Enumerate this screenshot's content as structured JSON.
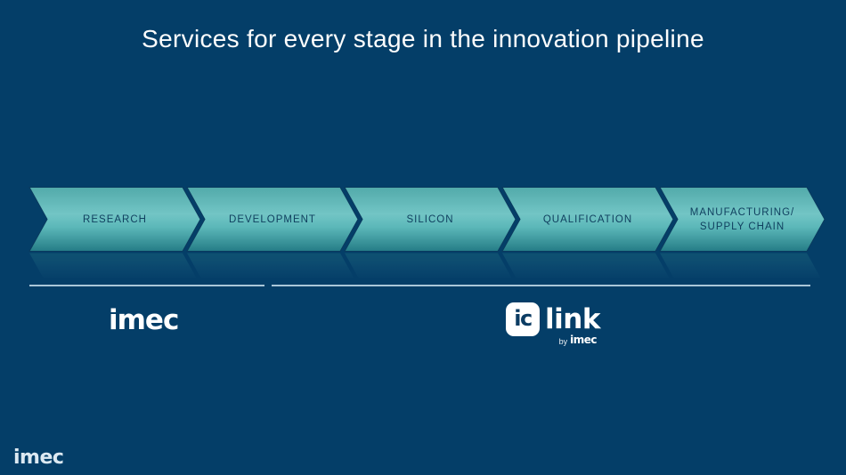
{
  "slide": {
    "title": "Services for every stage in the innovation pipeline"
  },
  "pipeline": {
    "type": "chevron-process",
    "stages": [
      {
        "label": "RESEARCH"
      },
      {
        "label": "DEVELOPMENT"
      },
      {
        "label": "SILICON"
      },
      {
        "label": "QUALIFICATION"
      },
      {
        "label": "MANUFACTURING/\nSUPPLY CHAIN"
      }
    ]
  },
  "branding": {
    "imec_main": {
      "word": "imec"
    },
    "iclink": {
      "box_text": "ic",
      "word": "link",
      "by_text": "by",
      "by_brand": "imec"
    },
    "imec_footer": {
      "word": "imec"
    }
  },
  "colors": {
    "background": "#043e68",
    "chevron_top": "#52aaaa",
    "chevron_mid": "#72c5c5",
    "chevron_bottom": "#257c86",
    "chevron_outline": "#0a3a5e",
    "chevron_label": "#10405f",
    "scope_line": "#a9c6d8",
    "title_text": "#fdfdfd",
    "logo_white": "#ffffff",
    "iclink_box_text": "#0b3c63"
  }
}
